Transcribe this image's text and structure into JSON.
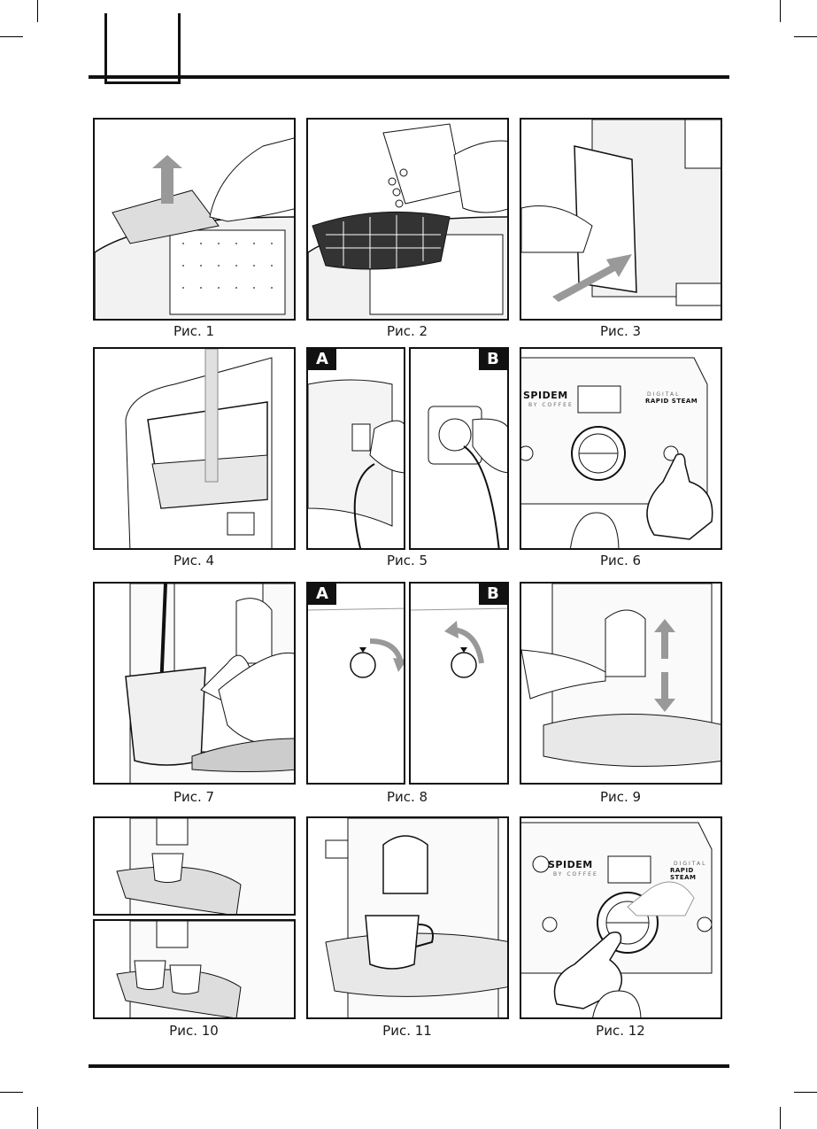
{
  "figures": [
    {
      "caption": "Рис. 1",
      "icon": "lift-drip-tray"
    },
    {
      "caption": "Рис. 2",
      "icon": "pour-coffee-beans"
    },
    {
      "caption": "Рис. 3",
      "icon": "remove-side-panel"
    },
    {
      "caption": "Рис. 4",
      "icon": "fill-water-tank"
    },
    {
      "caption": "Рис. 5",
      "icon": "plug-power-cable",
      "labels": [
        "A",
        "B"
      ]
    },
    {
      "caption": "Рис. 6",
      "icon": "press-power-button"
    },
    {
      "caption": "Рис. 7",
      "icon": "steam-milk-jug"
    },
    {
      "caption": "Рис. 8",
      "icon": "turn-steam-knob",
      "labels": [
        "A",
        "B"
      ]
    },
    {
      "caption": "Рис. 9",
      "icon": "adjust-dispenser-height"
    },
    {
      "caption": "Рис. 10",
      "icon": "one-and-two-cups"
    },
    {
      "caption": "Рис. 11",
      "icon": "cup-under-dispenser"
    },
    {
      "caption": "Рис. 12",
      "icon": "press-coffee-button"
    }
  ],
  "brand": {
    "name": "SPIDEM",
    "tagline": "BY COFFEE",
    "line1": "DIGITAL",
    "line2": "RAPID STEAM"
  }
}
